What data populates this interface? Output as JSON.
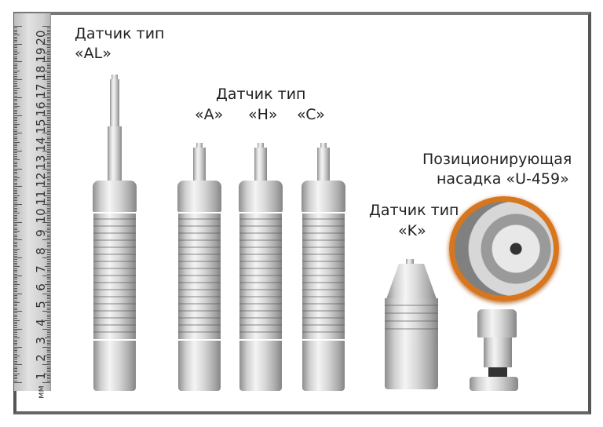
{
  "ruler": {
    "unit": "мм",
    "numbers": [
      "1",
      "2",
      "3",
      "4",
      "5",
      "6",
      "7",
      "8",
      "9",
      "10",
      "11",
      "12",
      "13",
      "14",
      "15",
      "16",
      "17",
      "18",
      "19",
      "20"
    ]
  },
  "labels": {
    "al": {
      "line1": "Датчик тип",
      "line2": "«AL»"
    },
    "ahc": {
      "line1": "Датчик тип",
      "a": "«A»",
      "h": "«H»",
      "c": "«C»"
    },
    "k": {
      "line1": "Датчик тип",
      "line2": "«K»"
    },
    "u459": {
      "line1": "Позиционирующая",
      "line2": "насадка «U-459»"
    }
  },
  "colors": {
    "frame": "#555555",
    "loupe_ring": "#d8761e"
  }
}
